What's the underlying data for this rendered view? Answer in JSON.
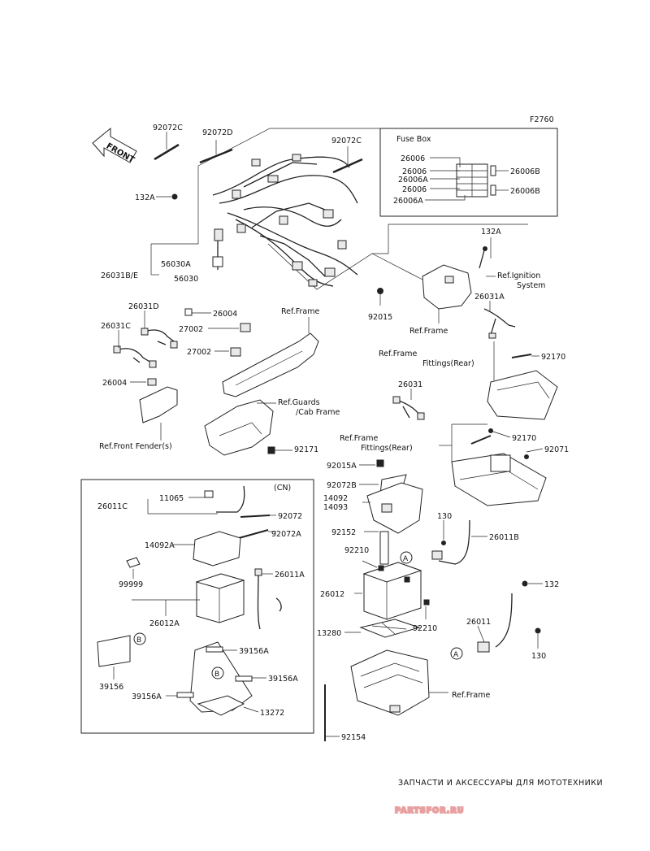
{
  "figure_code": "F2760",
  "front_arrow": "FRONT",
  "fuse_box": {
    "title": "Fuse Box",
    "left_labels": [
      "26006",
      "26006",
      "26006A",
      "26006",
      "26006A"
    ],
    "right_labels": [
      "26006B",
      "26006B"
    ]
  },
  "cn_box": {
    "title": "(CN)"
  },
  "labels": {
    "l92072C_a": "92072C",
    "l92072D": "92072D",
    "l92072C_b": "92072C",
    "l132A_a": "132A",
    "l26031BE": "26031B/E",
    "l56030A": "56030A",
    "l56030": "56030",
    "l26004_a": "26004",
    "l92015": "92015",
    "l132A_b": "132A",
    "l26031A": "26031A",
    "l26031D": "26031D",
    "l26031C": "26031C",
    "l27002_a": "27002",
    "l27002_b": "27002",
    "l26004_b": "26004",
    "l92170_a": "92170",
    "l26031": "26031",
    "l92171": "92171",
    "l92170_b": "92170",
    "l92071": "92071",
    "l92015A": "92015A",
    "l92072B": "92072B",
    "l14092": "14092",
    "l14093": "14093",
    "l92152": "92152",
    "l130_a": "130",
    "l26011B": "26011B",
    "l92210_a": "92210",
    "l26012": "26012",
    "l92210_b": "92210",
    "l132": "132",
    "l26011": "26011",
    "l130_b": "130",
    "l13280": "13280",
    "l92154": "92154",
    "l26011C": "26011C",
    "l11065": "11065",
    "l92072": "92072",
    "l92072A": "92072A",
    "l14092A": "14092A",
    "l26011A": "26011A",
    "l99999": "99999",
    "l26012A": "26012A",
    "l39156A_a": "39156A",
    "l39156A_b": "39156A",
    "l39156": "39156",
    "l39156A_c": "39156A",
    "l13272": "13272"
  },
  "refs": {
    "ignition_1": "Ref.Ignition",
    "ignition_2": "System",
    "frame_a": "Ref.Frame",
    "frame_b": "Ref.Frame",
    "frame_c": "Ref.Frame",
    "frame_fit_a1": "Ref.Frame",
    "frame_fit_a2": "Fittings(Rear)",
    "frame_fit_b1": "Ref.Frame",
    "frame_fit_b2": "Fittings(Rear)",
    "guards_1": "Ref.Guards",
    "guards_2": "/Cab Frame",
    "fender": "Ref.Front Fender(s)"
  },
  "callouts": {
    "a1": "A",
    "a2": "A",
    "b1": "B",
    "b2": "B"
  },
  "watermark": {
    "subtitle": "ЗАПЧАСТИ И АКСЕССУАРЫ ДЛЯ МОТОТЕХНИКИ",
    "brand": "PARTSFOR.RU"
  }
}
